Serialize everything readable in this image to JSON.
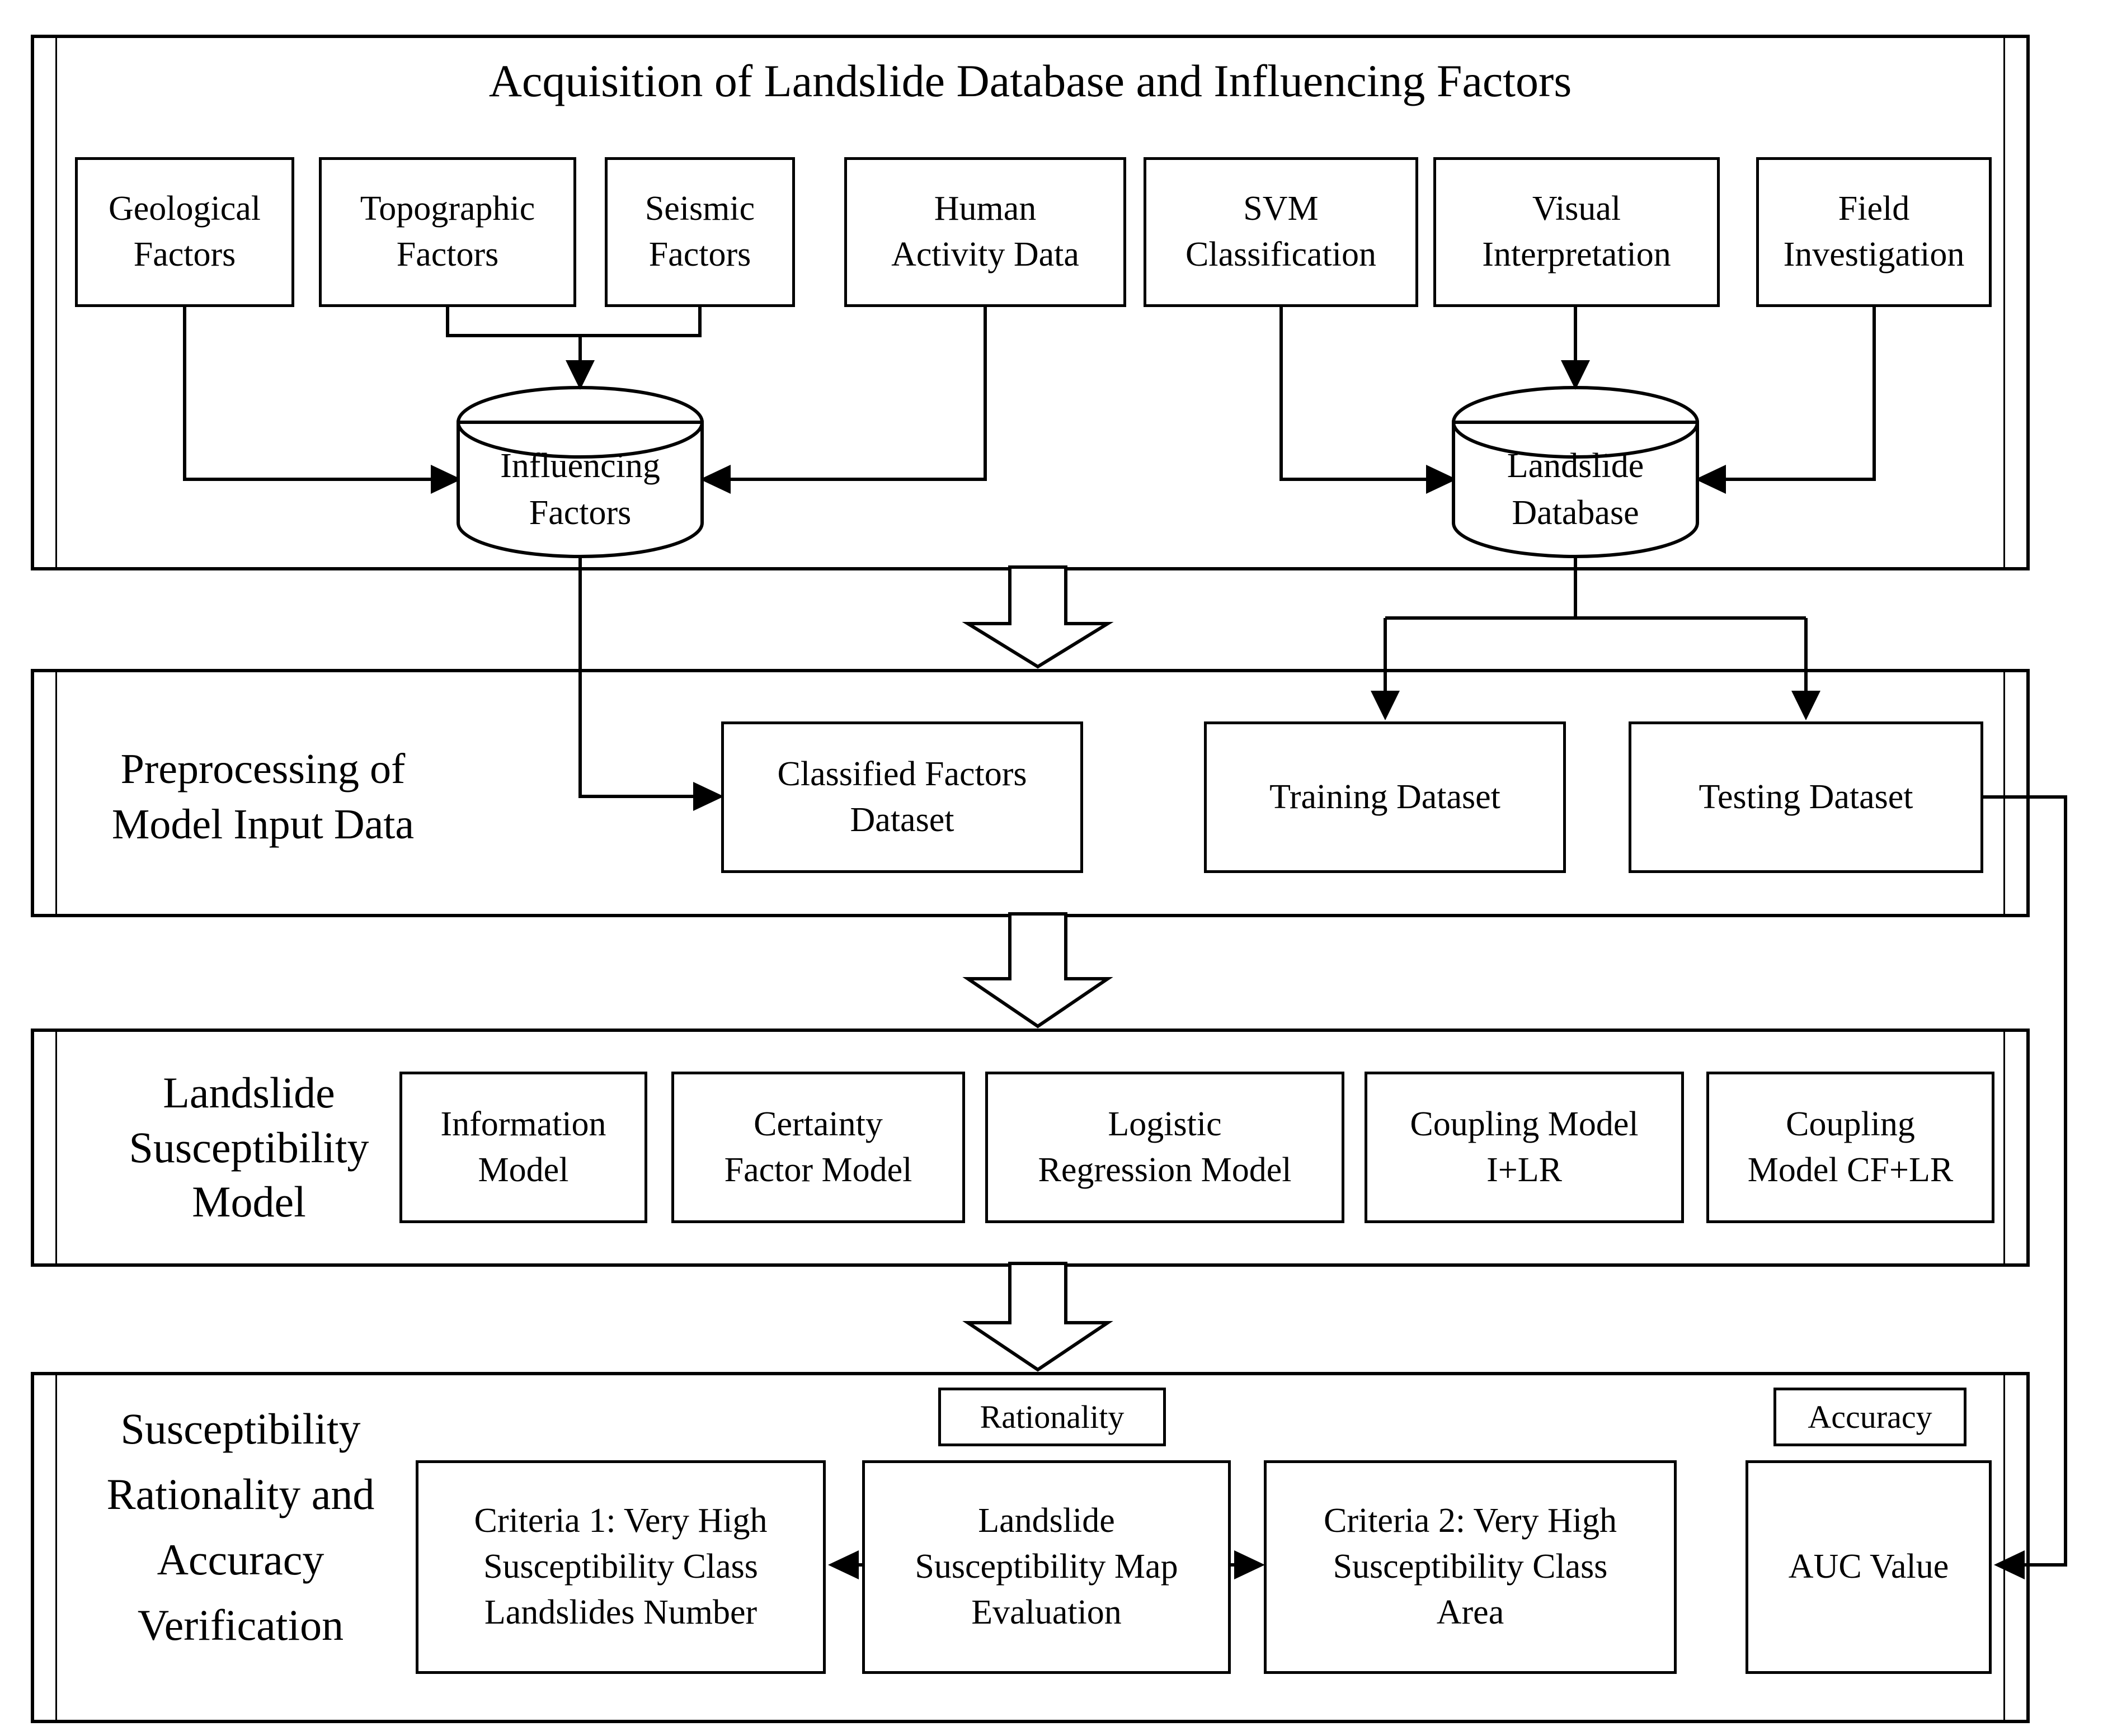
{
  "colors": {
    "line": "#000000",
    "background": "#ffffff"
  },
  "section1": {
    "title": "Acquisition of Landslide Database and Influencing Factors",
    "boxes": {
      "geological": "Geological\nFactors",
      "topographic": "Topographic\nFactors",
      "seismic": "Seismic\nFactors",
      "human": "Human\nActivity Data",
      "svm": "SVM\nClassification",
      "visual": "Visual\nInterpretation",
      "field": "Field\nInvestigation"
    },
    "cylinders": {
      "influencing": "Influencing\nFactors",
      "landslide": "Landslide\nDatabase"
    }
  },
  "section2": {
    "label": "Preprocessing of\nModel Input Data",
    "boxes": {
      "classified": "Classified Factors\nDataset",
      "training": "Training Dataset",
      "testing": "Testing Dataset"
    }
  },
  "section3": {
    "label": "Landslide\nSusceptibility\nModel",
    "boxes": {
      "information": "Information\nModel",
      "certainty": "Certainty\nFactor Model",
      "logistic": "Logistic\nRegression Model",
      "coupling_ilr": "Coupling Model\nI+LR",
      "coupling_cflr": "Coupling\nModel CF+LR"
    }
  },
  "section4": {
    "label": "Susceptibility\nRationality and\nAccuracy\nVerification",
    "tags": {
      "rationality": "Rationality",
      "accuracy": "Accuracy"
    },
    "boxes": {
      "criteria1": "Criteria 1: Very High\nSusceptibility Class\nLandslides Number",
      "evaluation": "Landslide\nSusceptibility Map\nEvaluation",
      "criteria2": "Criteria 2: Very High\nSusceptibility Class\nArea",
      "auc": "AUC Value"
    }
  }
}
